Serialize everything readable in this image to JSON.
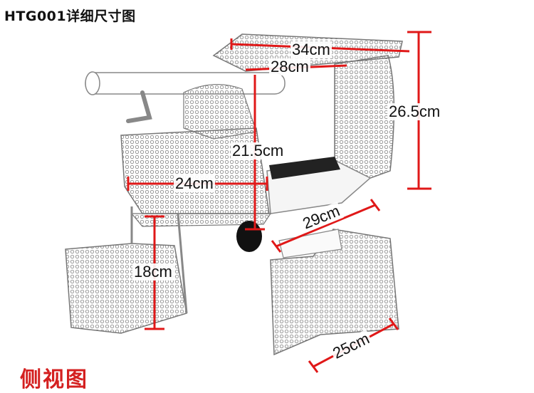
{
  "header": {
    "title": "HTG001详细尺寸图"
  },
  "footer": {
    "view_label": "侧视图"
  },
  "dimensions": {
    "top_outer_width": "34cm",
    "top_inner_width": "28cm",
    "back_height": "26.5cm",
    "seat_height": "21.5cm",
    "basket_width": "24cm",
    "seat_depth": "29cm",
    "foot_basket_height": "18cm",
    "foot_rest_depth": "25cm"
  },
  "colors": {
    "dimension_line": "#e01818",
    "label_red": "#d42020",
    "wire": "#9a9a9a"
  }
}
